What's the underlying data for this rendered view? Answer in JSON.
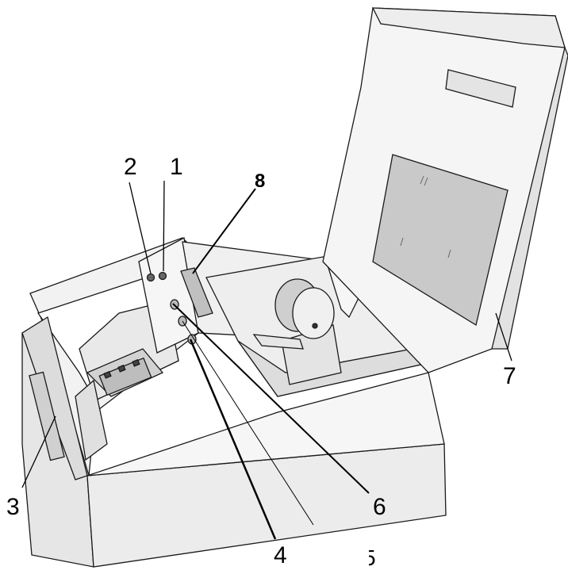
{
  "callouts": [
    {
      "id": "1",
      "label": "1"
    },
    {
      "id": "2",
      "label": "2"
    },
    {
      "id": "3",
      "label": "3"
    },
    {
      "id": "4",
      "label": "4"
    },
    {
      "id": "5",
      "label": "5"
    },
    {
      "id": "6",
      "label": "6"
    },
    {
      "id": "7",
      "label": "7"
    },
    {
      "id": "8",
      "label": "8"
    }
  ],
  "colors": {
    "outline": "#1a1a1a",
    "body_fill": "#f4f4f4",
    "shade_fill": "#dedede",
    "window_fill": "#c8c8c8",
    "leader": "#000000"
  }
}
